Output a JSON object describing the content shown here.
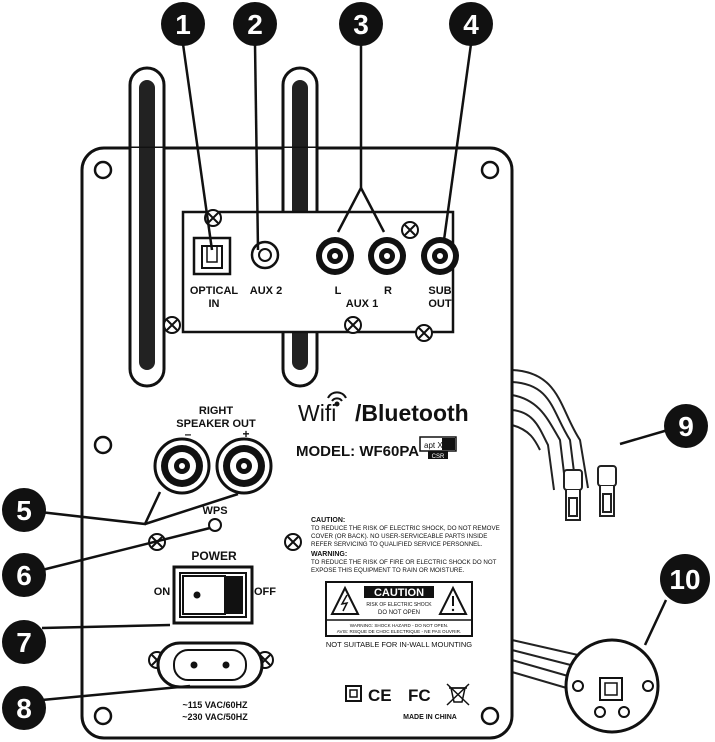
{
  "callouts": [
    "1",
    "2",
    "3",
    "4",
    "5",
    "6",
    "7",
    "8",
    "9",
    "10"
  ],
  "jacks": {
    "optical_line1": "OPTICAL",
    "optical_line2": "IN",
    "aux2": "AUX 2",
    "aux1_left": "L",
    "aux1_right": "R",
    "aux1": "AUX 1",
    "sub_line1": "SUB",
    "sub_line2": "OUT"
  },
  "brand": {
    "wifi": "Wifi",
    "slash_bluetooth": "/Bluetooth",
    "model": "MODEL: WF60PA",
    "aptx": "apt X",
    "csr": "CSR"
  },
  "speaker_out": {
    "line1": "RIGHT",
    "line2": "SPEAKER OUT",
    "minus": "–",
    "plus": "+"
  },
  "wps": "WPS",
  "power": {
    "label": "POWER",
    "on": "ON",
    "off": "OFF"
  },
  "voltage": {
    "line1": "~115 VAC/60HZ",
    "line2": "~230 VAC/50HZ"
  },
  "caution_text": {
    "title": "CAUTION:",
    "line1": "TO REDUCE THE RISK OF ELECTRIC SHOCK, DO NOT REMOVE",
    "line2": "COVER (OR BACK). NO USER-SERVICEABLE PARTS INSIDE",
    "line3": "REFER SERVICING TO QUALIFIED SERVICE PERSONNEL.",
    "warning_title": "WARNING:",
    "warning1": "TO REDUCE THE RISK OF FIRE OR ELECTRIC SHOCK DO NOT",
    "warning2": "EXPOSE THIS EQUIPMENT TO RAIN OR MOISTURE."
  },
  "caution_label": {
    "word": "CAUTION",
    "sub1": "RISK OF ELECTRIC SHOCK",
    "sub2": "DO NOT OPEN",
    "bottom1": "WARNING: SHOCK HAZARD - DO NOT OPEN.",
    "bottom2": "AVIS: RISQUE DE CHOC ELECTRIQUE - NE PAS OUVRIR."
  },
  "not_suitable": "NOT SUITABLE FOR IN-WALL MOUNTING",
  "cert": {
    "ce": "CE",
    "fc": "FC"
  },
  "made_in": "MADE IN CHINA"
}
